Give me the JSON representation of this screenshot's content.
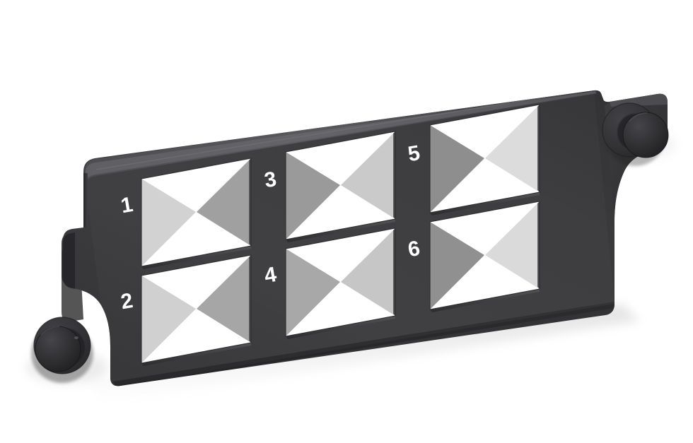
{
  "product": {
    "name": "6-port fiber optic adapter panel",
    "view": "three-quarter perspective, right side elevated",
    "body_color": "#3a3a3c",
    "body_color_dark": "#2b2b2d",
    "body_color_light": "#4a4a4d",
    "edge_highlight": "#6a6a6e",
    "background_color": "#ffffff",
    "shadow_color": "#b4b4b4"
  },
  "panel": {
    "port_count": 6,
    "rows": 2,
    "columns": 3,
    "numbers_label_color": "#ffffff"
  },
  "ports": [
    {
      "number": "1",
      "row": 1,
      "column": 1,
      "left_wedge_color": "#d2d2d2",
      "right_wedge_color": "#a0a0a0",
      "opening_color": "#ffffff"
    },
    {
      "number": "2",
      "row": 2,
      "column": 1,
      "left_wedge_color": "#d0d0d0",
      "right_wedge_color": "#a6a6a6",
      "opening_color": "#ffffff"
    },
    {
      "number": "3",
      "row": 1,
      "column": 2,
      "left_wedge_color": "#9a9a9a",
      "right_wedge_color": "#cacaca",
      "opening_color": "#ffffff"
    },
    {
      "number": "4",
      "row": 2,
      "column": 2,
      "left_wedge_color": "#a8a8a8",
      "right_wedge_color": "#c6c6c6",
      "opening_color": "#ffffff"
    },
    {
      "number": "5",
      "row": 1,
      "column": 3,
      "left_wedge_color": "#8e8e8e",
      "right_wedge_color": "#dcdcdc",
      "opening_color": "#ffffff"
    },
    {
      "number": "6",
      "row": 2,
      "column": 3,
      "left_wedge_color": "#909090",
      "right_wedge_color": "#dadada",
      "opening_color": "#ffffff"
    }
  ],
  "fasteners": [
    {
      "name": "left-captive-thumbscrew",
      "position": "bottom-left mounting ear",
      "knob_color": "#2e2e30",
      "flange_color": "#363638"
    },
    {
      "name": "right-captive-thumbscrew",
      "position": "top-right mounting ear",
      "knob_color": "#2e2e30",
      "flange_color": "#363638"
    }
  ]
}
